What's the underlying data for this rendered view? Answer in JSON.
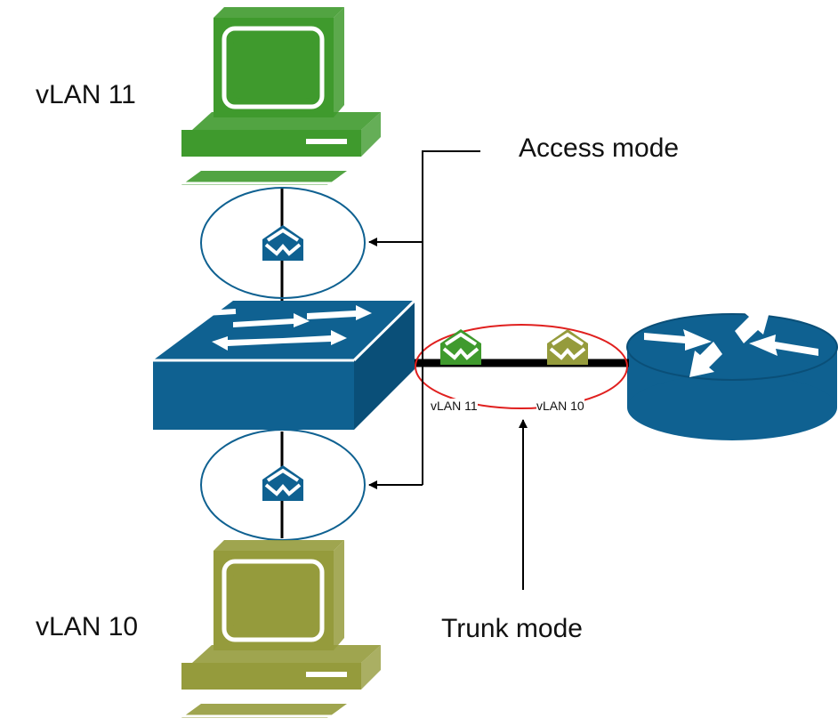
{
  "labels": {
    "vlan11_pc": "vLAN 11",
    "vlan10_pc": "vLAN 10",
    "access_mode": "Access mode",
    "trunk_mode": "Trunk mode",
    "trunk_vlan11": "vLAN 11",
    "trunk_vlan10": "vLAN 10"
  },
  "colors": {
    "vlan11": "#3f9a2d",
    "vlan10": "#959b3c",
    "network_device": "#0f6191",
    "trunk_highlight": "#e0201f",
    "line": "#000000"
  },
  "icons": {
    "top_pc": "computer-icon",
    "bottom_pc": "computer-icon",
    "switch": "switch-icon",
    "router": "router-icon",
    "frame": "envelope-icon"
  }
}
